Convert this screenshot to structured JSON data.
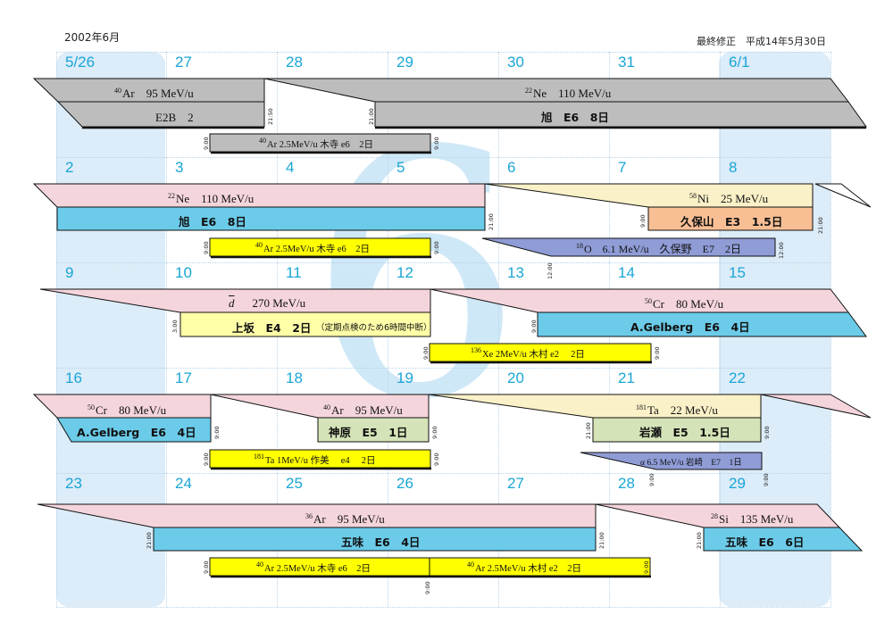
{
  "header": {
    "month": "2002年6月",
    "revised": "最終修正　平成14年5月30日"
  },
  "colors": {
    "grey": "#bdbdbd",
    "pink": "#f5d5dc",
    "blue": "#6bcbe9",
    "yellow": "#ffff00",
    "cream": "#fbf1c8",
    "orange": "#f8bf95",
    "olive": "#d5e3b8",
    "violet": "#8f9cd6",
    "daynum": "#1aa6d6"
  },
  "weeks": [
    [
      "5/26",
      "27",
      "28",
      "29",
      "30",
      "31",
      "6/1"
    ],
    [
      "2",
      "3",
      "4",
      "5",
      "6",
      "7",
      "8"
    ],
    [
      "9",
      "10",
      "11",
      "12",
      "13",
      "14",
      "15"
    ],
    [
      "16",
      "17",
      "18",
      "19",
      "20",
      "21",
      "22"
    ],
    [
      "23",
      "24",
      "25",
      "26",
      "27",
      "28",
      "29"
    ]
  ],
  "labels": {
    "w1_ar": {
      "iso": "40",
      "txt": "Ar　95 MeV/u"
    },
    "w1_e2b": "E2B　2",
    "w1_ne": {
      "iso": "22",
      "txt": "Ne　110 MeV/u"
    },
    "w1_asahi": "旭　E6　8日",
    "w1_kidera": {
      "iso": "40",
      "txt": "Ar 2.5MeV/u 木寺 e6　2日"
    },
    "w2_ne": {
      "iso": "22",
      "txt": "Ne　110 MeV/u"
    },
    "w2_asahi": "旭　E6　8日",
    "w2_ni": {
      "iso": "58",
      "txt": "Ni　25 MeV/u"
    },
    "w2_kubo": "久保山　E3　1.5日",
    "w2_kidera": {
      "iso": "40",
      "txt": "Ar 2.5MeV/u 木寺 e6　2日"
    },
    "w2_o": {
      "iso": "18",
      "txt": "O　6.1 MeV/u　久保野　E7　2日"
    },
    "w3_d": {
      "iso": "",
      "txt": "270 MeV/u"
    },
    "w3_d_sym": "d",
    "w3_uesaka": "上坂　E4　2日",
    "w3_note": "（定期点検のため6時間中断）",
    "w3_cr": {
      "iso": "50",
      "txt": "Cr　80 MeV/u"
    },
    "w3_gelberg": "A.Gelberg　E6　4日",
    "w3_xe": {
      "iso": "136",
      "txt": "Xe 2MeV/u 木村 e2　 2日"
    },
    "w4_cr": {
      "iso": "50",
      "txt": "Cr　80 MeV/u"
    },
    "w4_gelberg": "A.Gelberg　E6　4日",
    "w4_ar": {
      "iso": "40",
      "txt": "Ar　95 MeV/u"
    },
    "w4_kanbara": "神原　E5　1日",
    "w4_ta": {
      "iso": "181",
      "txt": "Ta　22 MeV/u"
    },
    "w4_iwase": "岩瀬　E5　1.5日",
    "w4_ta1": {
      "iso": "181",
      "txt": "Ta 1MeV/u 作美　 e4　 2日"
    },
    "w4_alpha": "α 6.5 MeV/u 岩崎　E7　1日",
    "w5_ar": {
      "iso": "36",
      "txt": "Ar　95 MeV/u"
    },
    "w5_gomi": "五味　E6　4日",
    "w5_si": {
      "iso": "28",
      "txt": "Si　135 MeV/u"
    },
    "w5_gomi2": "五味　E6　6日",
    "w5_kidera": {
      "iso": "40",
      "txt": "Ar 2.5MeV/u 木寺 e6　2日"
    },
    "w5_kimura": {
      "iso": "40",
      "txt": "Ar 2.5MeV/u 木村 e2　2日"
    }
  },
  "times": {
    "t2100": "21:00",
    "t2150": "21:50",
    "t900": "9:00",
    "t1200": "12:00",
    "t300": "3:00"
  }
}
